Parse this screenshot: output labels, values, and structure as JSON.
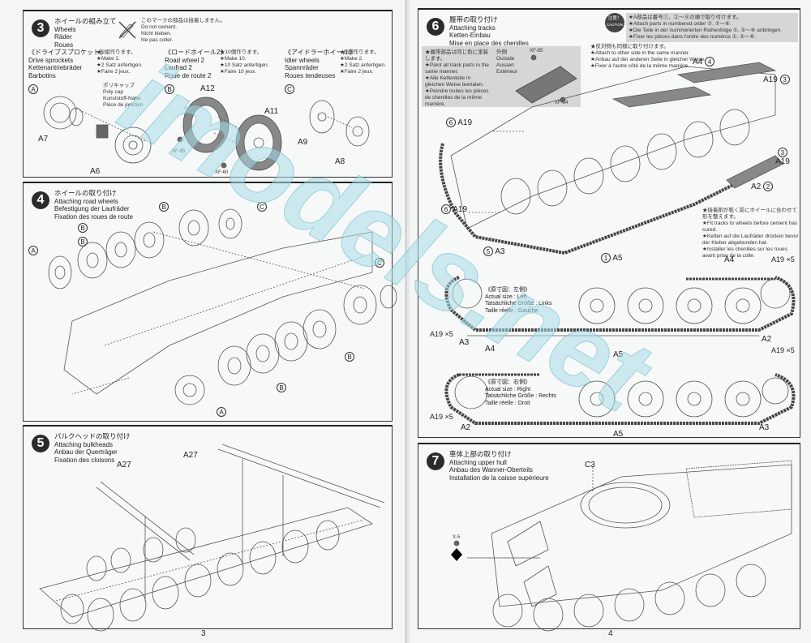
{
  "page_left": {
    "page_number": "3",
    "step3": {
      "number": "3",
      "title_jp": "ホイールの組み立て",
      "title_en": "Wheels",
      "title_de": "Räder",
      "title_fr": "Roues",
      "no_cement_note": {
        "jp": "このマークの部品は接着しません。",
        "en": "Do not cement.",
        "de": "Nicht kleben.",
        "fr": "Ne pas coller."
      },
      "sub_a": {
        "circle": "A",
        "title_jp": "《ドライブスプロケット》",
        "title_en": "Drive sprockets",
        "title_de": "Kettenantriebräder",
        "title_fr": "Barbotins",
        "qty_jp": "★2組作ります。",
        "qty_en": "★Make 2.",
        "qty_de": "★2 Satz anfertigen.",
        "qty_fr": "★Faire 2 jeux.",
        "poly_cap": {
          "jp": "ポリキャップ",
          "en": "Poly cap",
          "de": "Kunststoff-Nabe",
          "fr": "Pièce de jonction"
        },
        "parts": [
          "A7",
          "A6"
        ]
      },
      "sub_b": {
        "circle": "B",
        "title_jp": "《ロードホイール2》",
        "title_en": "Road wheel 2",
        "title_de": "Laufrad 2",
        "title_fr": "Roue de route 2",
        "qty_jp": "★10個作ります。",
        "qty_en": "★Make 10.",
        "qty_de": "★10 Satz anfertigen.",
        "qty_fr": "★Faire 10 jeux.",
        "parts": [
          "A12",
          "A11"
        ],
        "paints": [
          "XF-85",
          "XF-60"
        ]
      },
      "sub_c": {
        "circle": "C",
        "title_jp": "《アイドラーホイール》",
        "title_en": "Idler wheels",
        "title_de": "Spannräder",
        "title_fr": "Roues tendeuses",
        "qty_jp": "★2個作ります。",
        "qty_en": "★Make 2.",
        "qty_de": "★2 Satz anfertigen.",
        "qty_fr": "★Faire 2 jeux.",
        "parts": [
          "A9",
          "A8"
        ]
      }
    },
    "step4": {
      "number": "4",
      "title_jp": "ホイールの取り付け",
      "title_en": "Attaching road wheels",
      "title_de": "Befestigung der Laufräder",
      "title_fr": "Fixation des roues de route",
      "callouts": [
        "B",
        "C",
        "A",
        "B",
        "B",
        "C",
        "B",
        "B",
        "A"
      ]
    },
    "step5": {
      "number": "5",
      "title_jp": "バルクヘッドの取り付け",
      "title_en": "Attaching bulkheads",
      "title_de": "Anbau der Querträger",
      "title_fr": "Fixation des cloisons",
      "parts": [
        "A27",
        "A27"
      ]
    }
  },
  "page_right": {
    "page_number": "4",
    "step6": {
      "number": "6",
      "title_jp": "履帯の取り付け",
      "title_en": "Attaching tracks",
      "title_de": "Ketten-Einbau",
      "title_fr": "Mise en place des chenilles",
      "caution": {
        "badge_jp": "注意！",
        "badge_en": "CAUTION",
        "jp": "★A部品は番号①、②～⑥の順で取り付けます。",
        "en": "★Attach parts in numbered order ①, ②～⑥.",
        "de": "★Die Teile in der nummerierten Reihenfolge ①, ②～⑥ anbringen.",
        "fr": "★Fixer les pièces dans l'ordre des numéros ①, ②～⑥."
      },
      "paint_note": {
        "jp": "★履帯部品は同じ色に塗装します。",
        "en": "★Paint all track parts in the same manner.",
        "de": "★Alle Kettenteile in gleichen Weise bemalen.",
        "fr": "★Peindre toutes les pièces de chenilles de la même manière."
      },
      "outside_label": {
        "jp": "外側",
        "en": "Outside",
        "de": "Aussen",
        "fr": "Extérieur"
      },
      "paints": [
        "XF-85",
        "XF-84"
      ],
      "other_side_note": {
        "jp": "★反対側も同様に取り付けます。",
        "en": "★Attach to other side in the same manner.",
        "de": "★Anbau auf der anderen Seite in gleicher Weise.",
        "fr": "★Fixer à l'autre côté de la même manière."
      },
      "fit_note": {
        "jp": "★接着剤が乾く前にホイールに合わせて形を整えます。",
        "en": "★Fit tracks to wheels before cement has cured.",
        "de": "★Ketten auf die Laufräder drücken bevor der Kleber abgebunden hat.",
        "fr": "★Installer les chenilles sur les roues avant prise de la colle."
      },
      "exploded_callouts": [
        {
          "num": "4",
          "part": "A4"
        },
        {
          "num": "3",
          "part": "A19"
        },
        {
          "num": "6",
          "part": "A19"
        },
        {
          "num": "3",
          "part": "A19"
        },
        {
          "num": "6",
          "part": "A19"
        },
        {
          "num": "2",
          "part": "A2"
        },
        {
          "num": "5",
          "part": "A3"
        },
        {
          "num": "1",
          "part": "A5"
        }
      ],
      "actual_size_left": {
        "jp": "《原寸図：左側》",
        "en": "Actual size : Left",
        "de": "Tatsächliche Größe : Links",
        "fr": "Taille réelle : Gauche",
        "parts": {
          "top_left": "A4",
          "top_right": "A19 ×5",
          "left": "A19 ×5",
          "a3": "A3",
          "a4_bottom": "A4",
          "a5": "A5",
          "a2": "A2",
          "right_bottom": "A19 ×5"
        }
      },
      "actual_size_right": {
        "jp": "《原寸図：右側》",
        "en": "Actual size : Right",
        "de": "Tatsächliche Größe : Rechts",
        "fr": "Taille réelle : Droit",
        "parts": {
          "left": "A19 ×5",
          "a2": "A2",
          "a5": "A5",
          "a3": "A3"
        }
      }
    },
    "step7": {
      "number": "7",
      "title_jp": "車体上部の取り付け",
      "title_en": "Attaching upper hull",
      "title_de": "Anbau des Wanner-Oberteils",
      "title_fr": "Installation de la caisse supérieure",
      "parts": [
        "C3"
      ],
      "paint": "X-5"
    }
  },
  "watermark": {
    "text": "imodels.net"
  }
}
